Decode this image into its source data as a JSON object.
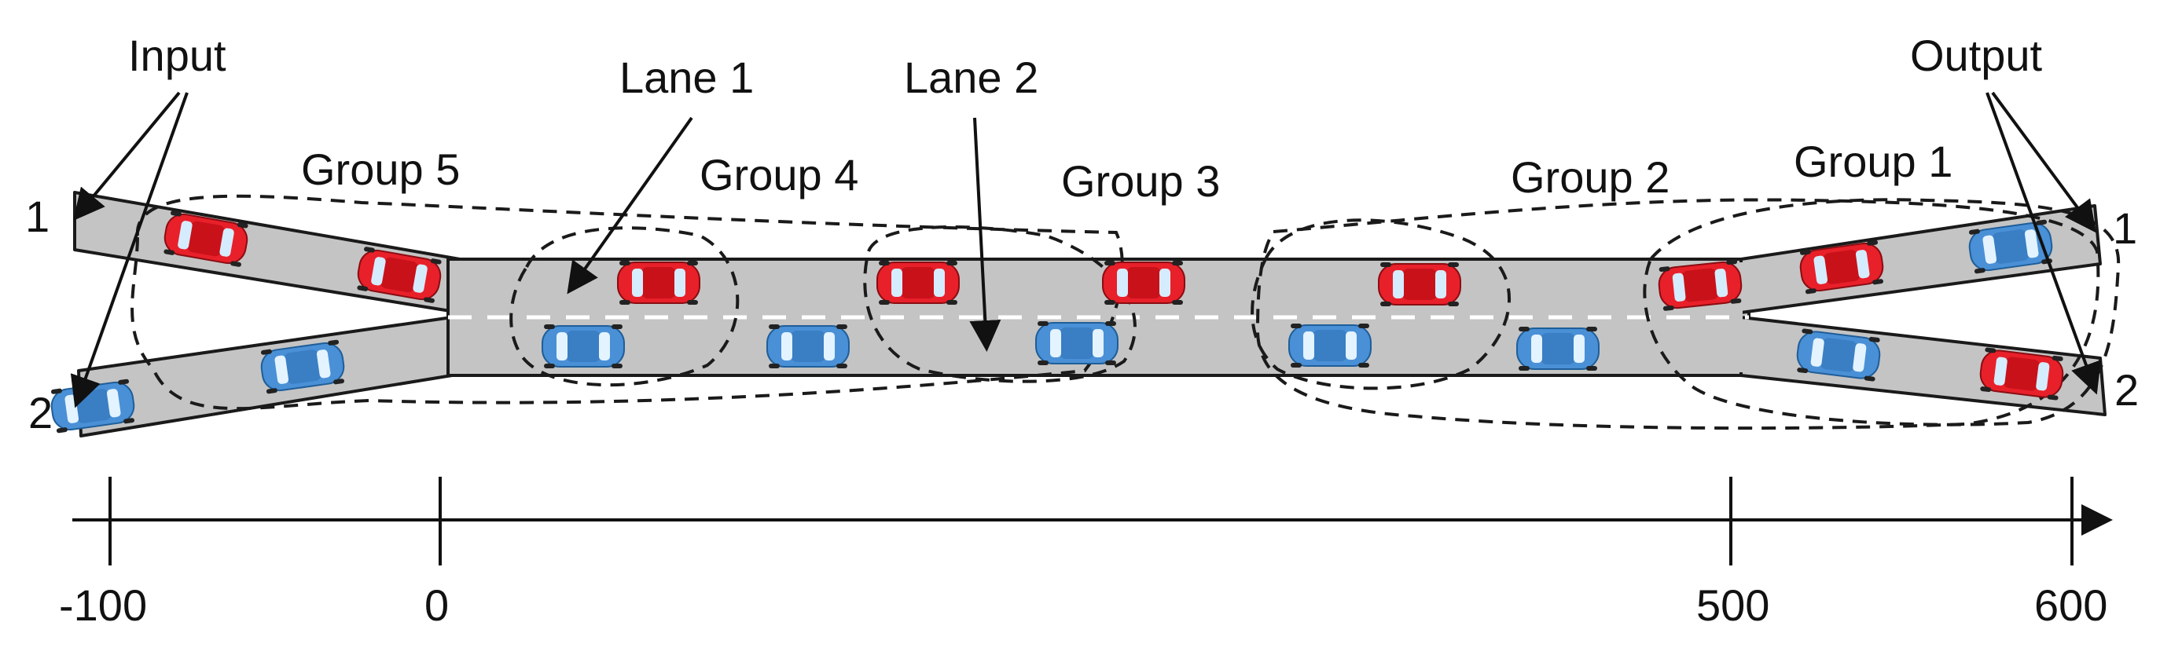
{
  "colors": {
    "road": "#c4c4c4",
    "road_edge": "#1a1a1a",
    "lane_divider": "#ffffff",
    "car_red": "#e8202a",
    "car_blue": "#4a90d6"
  },
  "labels": {
    "input": "Input",
    "output": "Output",
    "lane1": "Lane 1",
    "lane2": "Lane 2",
    "group1": "Group 1",
    "group2": "Group 2",
    "group3": "Group 3",
    "group4": "Group 4",
    "group5": "Group 5",
    "in1": "1",
    "in2": "2",
    "out1": "1",
    "out2": "2"
  },
  "axis": {
    "ticks": [
      "-100",
      "0",
      "500",
      "600"
    ]
  },
  "icons": {
    "car": "car-icon"
  }
}
